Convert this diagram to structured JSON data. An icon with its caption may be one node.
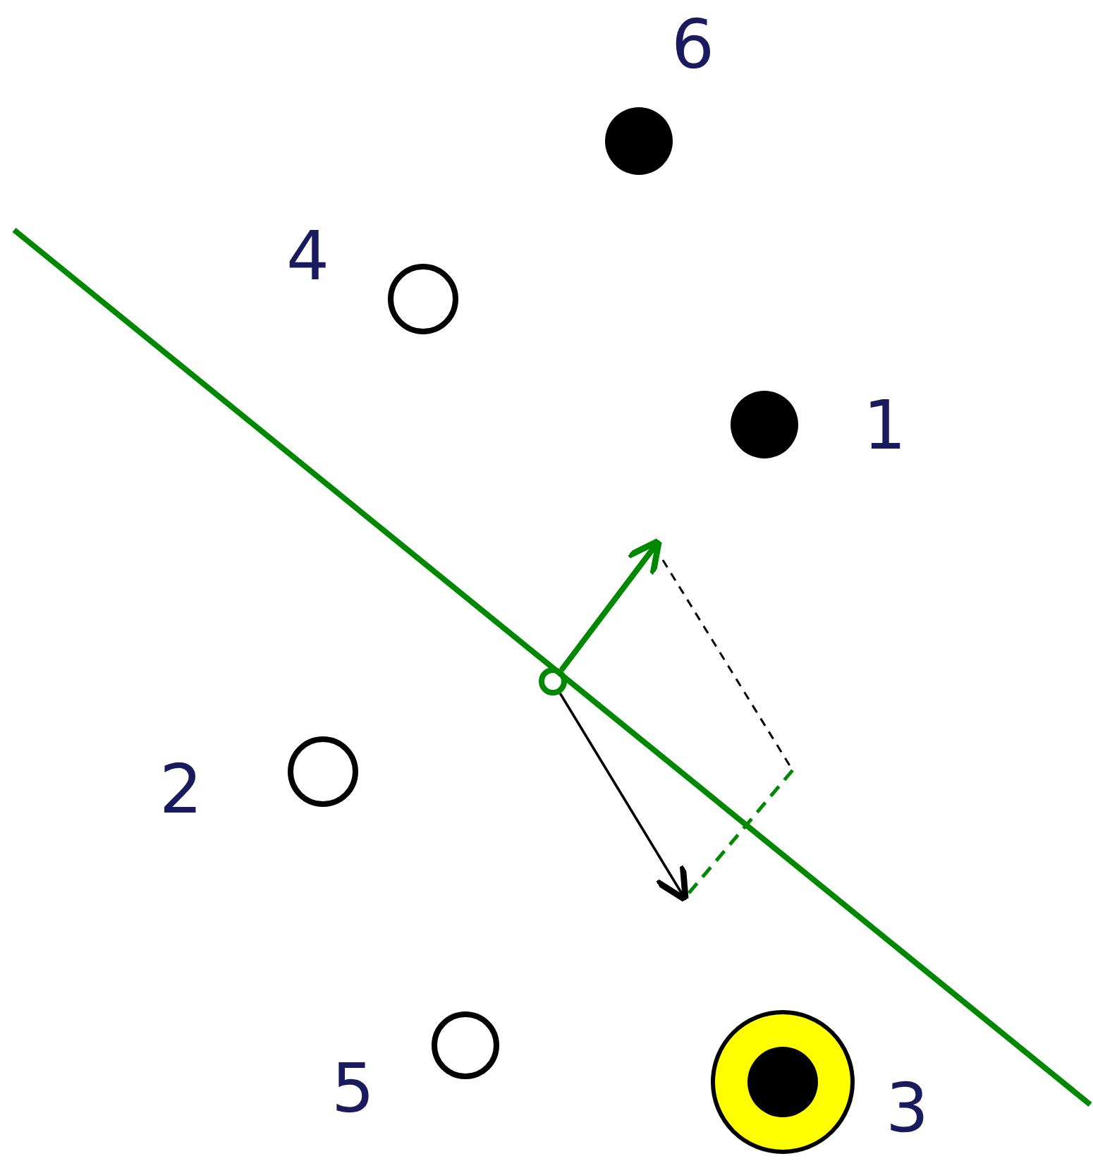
{
  "diagram": {
    "nodes": [
      {
        "text": [],
        "shape": "circle",
        "beside": [
          "6"
        ]
      },
      {
        "text": [],
        "shape": "circle",
        "beside": [
          "4"
        ]
      },
      {
        "text": [],
        "shape": "circle",
        "beside": [
          "1"
        ]
      },
      {
        "text": [],
        "shape": "circle",
        "beside": [
          "2"
        ]
      },
      {
        "text": [],
        "shape": "circle",
        "beside": [
          "5"
        ]
      },
      {
        "text": [],
        "shape": "circle",
        "beside": [
          "3"
        ]
      },
      {
        "text": [],
        "shape": "circle"
      }
    ],
    "edges": [
      {
        "from": 6,
        "to": null,
        "arrow": "to",
        "style": "thick",
        "color": "#008800"
      },
      {
        "from": 6,
        "to": null,
        "arrow": "to",
        "color": "#000000"
      }
    ]
  }
}
